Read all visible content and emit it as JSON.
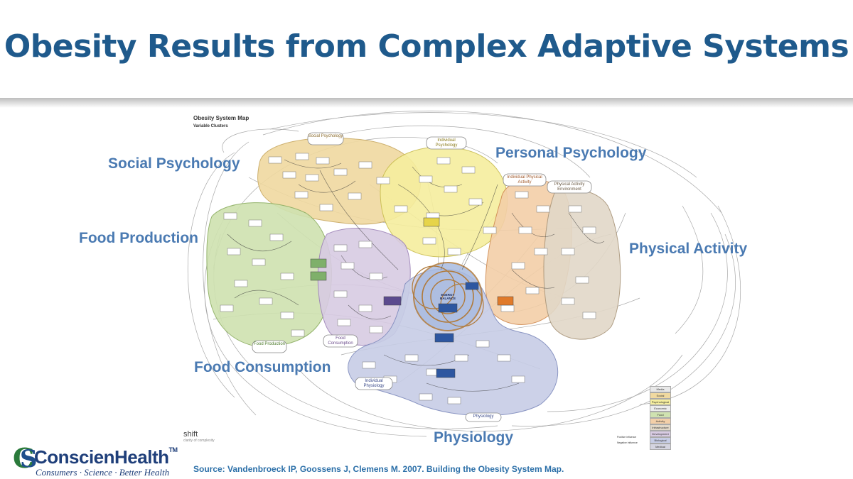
{
  "slide": {
    "title": "Obesity Results from Complex Adaptive Systems",
    "source": "Source: Vandenbroeck IP, Goossens J, Clemens M. 2007. Building the Obesity System Map."
  },
  "map": {
    "header": "Obesity System Map",
    "subheader": "Variable Clusters",
    "center_label": "ENERGY BALANCE",
    "shift_logo": "shift",
    "shift_tagline": "clarity of complexity",
    "tags": {
      "social_psychology": "Social Psychology",
      "individual_psychology": "Individual Psychology",
      "individual_physical_activity": "Individual Physical Activity",
      "physical_activity_environment": "Physical Activity Environment",
      "food_production": "Food Production",
      "food_consumption": "Food Consumption",
      "individual_physiology": "Individual Physiology",
      "physiology": "Physiology"
    },
    "legend": {
      "items": [
        "Media",
        "Social",
        "Psychological",
        "Economic",
        "Food",
        "Activity",
        "Infrastructure",
        "Development",
        "Biological",
        "Medical"
      ],
      "positive": "Positive influence",
      "negative": "Negative influence"
    },
    "colors": {
      "social": "#f0d9a0",
      "personal": "#f6ee9e",
      "activity": "#f3cfa8",
      "environment": "#e2d8c8",
      "food_production": "#cfe2b0",
      "food_consumption": "#d8cbe3",
      "physiology": "#c7cde6",
      "center": "#a9bbe0",
      "node_blue": "#2d56a0",
      "node_orange": "#e07a2a"
    }
  },
  "clusters": {
    "social_psychology": "Social Psychology",
    "personal_psychology": "Personal Psychology",
    "food_production": "Food Production",
    "physical_activity": "Physical Activity",
    "food_consumption": "Food Consumption",
    "physiology": "Physiology"
  },
  "logo": {
    "mark": "C",
    "mark2": "S",
    "name": "ConscienHealth",
    "tm": "TM",
    "tagline": "Consumers · Science · Better Health"
  }
}
